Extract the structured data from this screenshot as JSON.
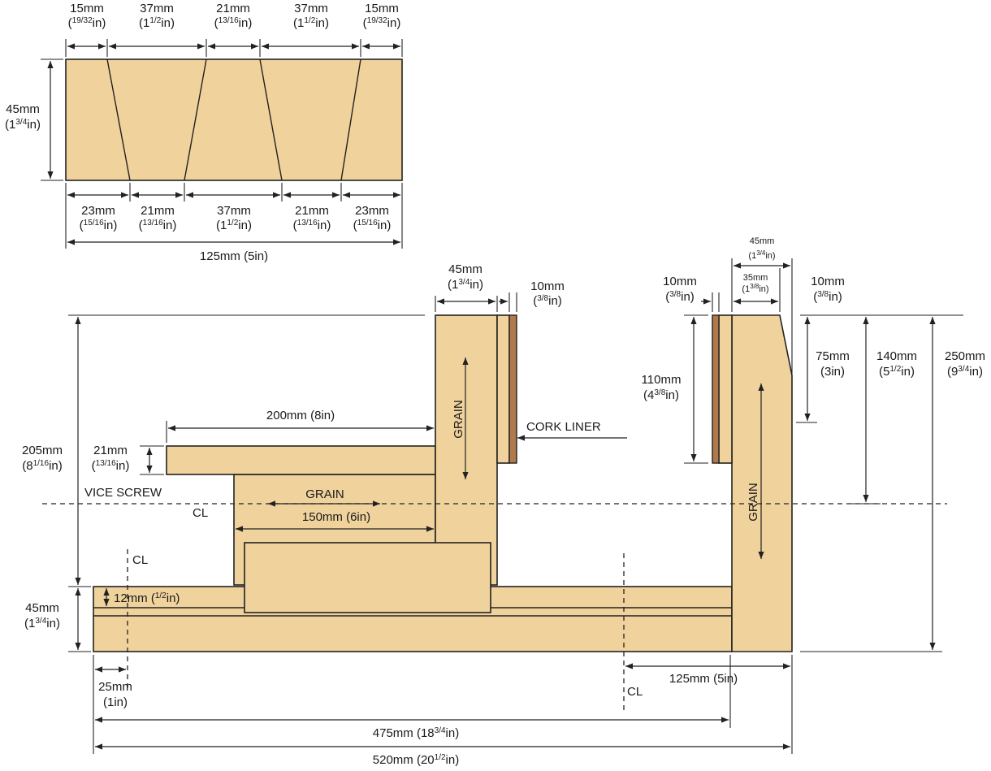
{
  "colors": {
    "wood": "#f0d29c",
    "cork": "#b07a4a",
    "line": "#222222"
  },
  "top_view": {
    "top_dims": [
      {
        "mm": "15mm",
        "frac": "19/32",
        "suffix": "in"
      },
      {
        "mm": "37mm",
        "whole": "1",
        "frac": "1/2",
        "suffix": "in"
      },
      {
        "mm": "21mm",
        "frac": "13/16",
        "suffix": "in"
      },
      {
        "mm": "37mm",
        "whole": "1",
        "frac": "1/2",
        "suffix": "in"
      },
      {
        "mm": "15mm",
        "frac": "19/32",
        "suffix": "in"
      }
    ],
    "bottom_dims": [
      {
        "mm": "23mm",
        "frac": "15/16",
        "suffix": "in"
      },
      {
        "mm": "21mm",
        "frac": "13/16",
        "suffix": "in"
      },
      {
        "mm": "37mm",
        "whole": "1",
        "frac": "1/2",
        "suffix": "in"
      },
      {
        "mm": "21mm",
        "frac": "13/16",
        "suffix": "in"
      },
      {
        "mm": "23mm",
        "frac": "15/16",
        "suffix": "in"
      }
    ],
    "height": {
      "mm": "45mm",
      "whole": "1",
      "frac": "3/4",
      "suffix": "in"
    },
    "total": "125mm (5in)"
  },
  "side_view": {
    "jaw_width": {
      "mm": "45mm",
      "whole": "1",
      "frac": "3/4",
      "suffix": "in"
    },
    "liner_left": {
      "mm": "10mm",
      "frac": "3/8",
      "suffix": "in"
    },
    "cork_liner": "CORK LINER",
    "grain": "GRAIN",
    "jaw_len": "200mm (8in)",
    "jaw_thick": {
      "mm": "21mm",
      "frac": "13/16",
      "suffix": "in"
    },
    "height_205": {
      "mm": "205mm",
      "whole": "8",
      "frac": "1/16",
      "suffix": "in"
    },
    "vice_screw": "VICE SCREW",
    "cl": "CL",
    "block_len": "150mm (6in)",
    "base_thick": {
      "mm": "45mm",
      "whole": "1",
      "frac": "3/4",
      "suffix": "in"
    },
    "rail": {
      "mm": "12mm (",
      "frac": "1/2",
      "suffix": "in)"
    },
    "offset": {
      "mm": "25mm",
      "in": "(1in)"
    },
    "len_475": {
      "mm": "475mm (18",
      "frac": "3/4",
      "suffix": "in)"
    },
    "len_520": {
      "mm": "520mm (20",
      "frac": "1/2",
      "suffix": "in)"
    },
    "fixed_top": {
      "mm": "45mm",
      "whole": "1",
      "frac": "3/4",
      "suffix": "in"
    },
    "fixed_inner": {
      "mm": "35mm",
      "whole": "1",
      "frac": "3/8",
      "suffix": "in"
    },
    "liner_right": {
      "mm": "10mm",
      "frac": "3/8",
      "suffix": "in"
    },
    "taper": {
      "mm": "10mm",
      "frac": "3/8",
      "suffix": "in"
    },
    "liner_h": {
      "mm": "110mm",
      "whole": "4",
      "frac": "3/8",
      "suffix": "in"
    },
    "d75": {
      "mm": "75mm",
      "in": "(3in)"
    },
    "d140": {
      "mm": "140mm",
      "whole": "5",
      "frac": "1/2",
      "suffix": "in"
    },
    "d250": {
      "mm": "250mm",
      "whole": "9",
      "frac": "3/4",
      "suffix": "in"
    },
    "d125": "125mm (5in)"
  }
}
